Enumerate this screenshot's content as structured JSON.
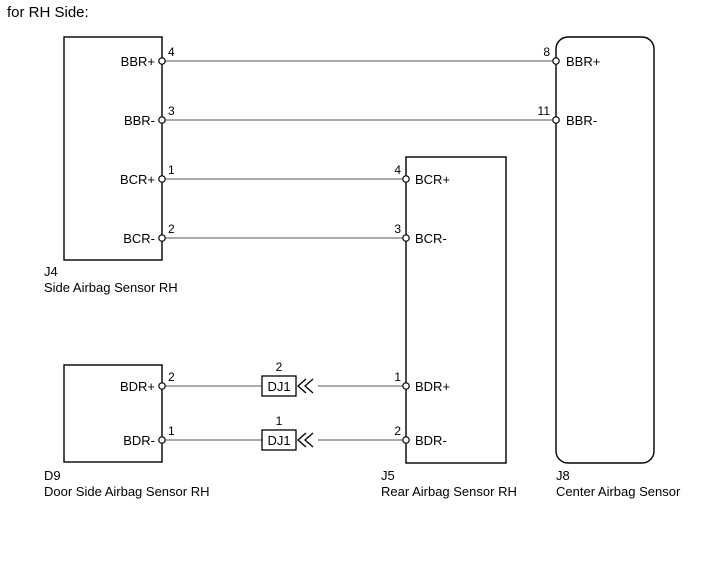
{
  "header": {
    "title": "for RH Side:"
  },
  "components": {
    "j4": {
      "code": "J4",
      "name": "Side Airbag Sensor RH",
      "pins": [
        {
          "label": "BBR+",
          "num": "4"
        },
        {
          "label": "BBR-",
          "num": "3"
        },
        {
          "label": "BCR+",
          "num": "1"
        },
        {
          "label": "BCR-",
          "num": "2"
        }
      ]
    },
    "d9": {
      "code": "D9",
      "name": "Door Side Airbag Sensor RH",
      "pins": [
        {
          "label": "BDR+",
          "num": "2"
        },
        {
          "label": "BDR-",
          "num": "1"
        }
      ]
    },
    "j5": {
      "code": "J5",
      "name": "Rear Airbag Sensor RH",
      "pins": [
        {
          "label": "BCR+",
          "num": "4"
        },
        {
          "label": "BCR-",
          "num": "3"
        },
        {
          "label": "BDR+",
          "num": "1"
        },
        {
          "label": "BDR-",
          "num": "2"
        }
      ]
    },
    "j8": {
      "code": "J8",
      "name": "Center Airbag Sensor",
      "pins": [
        {
          "label": "BBR+",
          "num": "8"
        },
        {
          "label": "BBR-",
          "num": "11"
        }
      ]
    }
  },
  "connectors": [
    {
      "code": "DJ1",
      "pin": "2"
    },
    {
      "code": "DJ1",
      "pin": "1"
    }
  ]
}
